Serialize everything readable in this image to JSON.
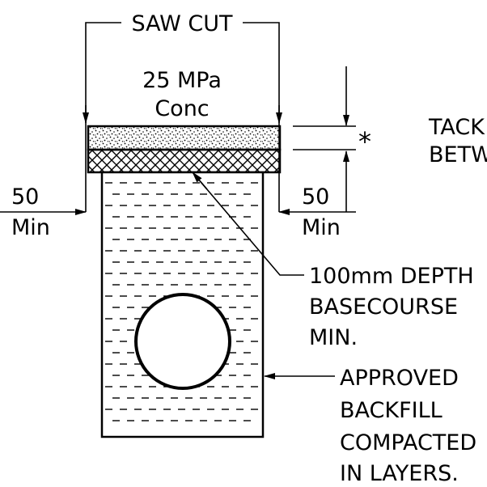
{
  "title": "SAW CUT",
  "labels": {
    "conc_strength": "25 MPa",
    "conc": "Conc",
    "tack_1": "TACK",
    "tack_2": "BETW",
    "asterisk": "*",
    "left_dim": "50",
    "left_min": "Min",
    "right_dim": "50",
    "right_min": "Min",
    "base_1": "100mm DEPTH",
    "base_2": "BASECOURSE",
    "base_3": "MIN.",
    "backfill_1": "APPROVED",
    "backfill_2": "BACKFILL",
    "backfill_3": "COMPACTED",
    "backfill_4": "IN LAYERS."
  }
}
